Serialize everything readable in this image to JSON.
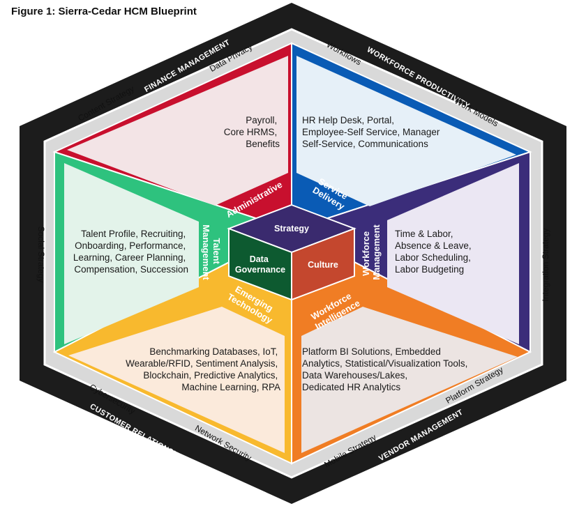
{
  "figure_title": "Figure 1: Sierra-Cedar HCM Blueprint",
  "outer_ring": {
    "finance": "FINANCE MANAGEMENT",
    "workforce_productivity": "WORKFORCE PRODUCTIVITY",
    "customer_relationship": "CUSTOMER RELATIONSHIP MANAGEMENT",
    "vendor": "VENDOR MANAGEMENT"
  },
  "grey_ring": {
    "data_privacy": "Data Privacy",
    "content_strategy": "Content Strategy",
    "workflows": "Workflows",
    "work_models": "Work Models",
    "social_strategy": "Social Strategy",
    "integration_strategy": "Integration Strategy",
    "cybersecurity": "Cybersecurity",
    "network_security": "Network Security",
    "mobile_strategy": "Mobile Strategy",
    "platform_strategy": "Platform Strategy"
  },
  "segments": {
    "administrative": {
      "band": "Administrative",
      "lines": [
        "Payroll,",
        "Core HRMS,",
        "Benefits"
      ],
      "color": "#c8102e",
      "fill": "#f3e4e6"
    },
    "service_delivery": {
      "band_lines": [
        "Service",
        "Delivery"
      ],
      "lines": [
        "HR Help Desk, Portal,",
        "Employee-Self Service, Manager",
        "Self-Service, Communications"
      ],
      "color": "#0a5bb5",
      "fill": "#e6f0f8"
    },
    "workforce_management": {
      "band_lines": [
        "Workforce",
        "Management"
      ],
      "lines": [
        "Time & Labor,",
        "Absence & Leave,",
        "Labor Scheduling,",
        "Labor Budgeting"
      ],
      "color": "#3b2d7a",
      "fill": "#ebe7f3"
    },
    "workforce_intelligence": {
      "band_lines": [
        "Workforce",
        "Intelligence"
      ],
      "lines": [
        "Platform BI Solutions, Embedded",
        "Analytics, Statistical/Visualization Tools,",
        "Data Warehouses/Lakes,",
        "Dedicated HR Analytics"
      ],
      "color": "#f07d24",
      "fill": "#ece4e2"
    },
    "emerging_technology": {
      "band_lines": [
        "Emerging",
        "Technology"
      ],
      "lines": [
        "Benchmarking Databases, IoT,",
        "Wearable/RFID, Sentiment Analysis,",
        "Blockchain, Predictive Analytics,",
        "Machine Learning, RPA"
      ],
      "color": "#f8b92e",
      "fill": "#fbeadb"
    },
    "talent_management": {
      "band_lines": [
        "Talent",
        "Management"
      ],
      "lines": [
        "Talent Profile, Recruiting,",
        "Onboarding, Performance,",
        "Learning, Career Planning,",
        "Compensation, Succession"
      ],
      "color": "#2ec27e",
      "fill": "#e3f3ea"
    }
  },
  "cube": {
    "top": "Strategy",
    "left_lines": [
      "Data",
      "Governance"
    ],
    "right": "Culture",
    "colors": {
      "top": "#3a2a6e",
      "left": "#0d5a30",
      "right": "#c4472e"
    }
  }
}
